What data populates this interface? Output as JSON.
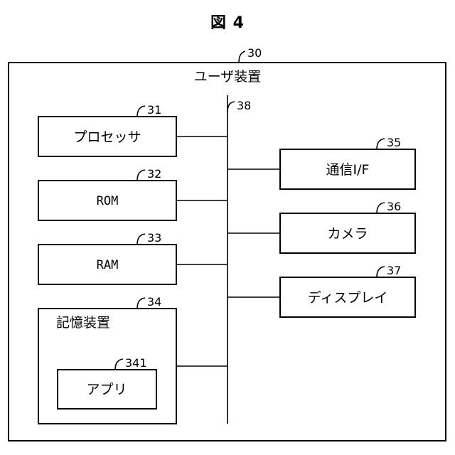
{
  "figure_title": "図 4",
  "device": {
    "ref": "30",
    "label": "ユーザ装置"
  },
  "bus": {
    "ref": "38"
  },
  "components": {
    "processor": {
      "ref": "31",
      "label": "プロセッサ"
    },
    "rom": {
      "ref": "32",
      "label": "ROM"
    },
    "ram": {
      "ref": "33",
      "label": "RAM"
    },
    "storage": {
      "ref": "34",
      "label": "記憶装置"
    },
    "app": {
      "ref": "341",
      "label": "アプリ"
    },
    "comm_if": {
      "ref": "35",
      "label": "通信I/F"
    },
    "camera": {
      "ref": "36",
      "label": "カメラ"
    },
    "display": {
      "ref": "37",
      "label": "ディスプレイ"
    }
  }
}
